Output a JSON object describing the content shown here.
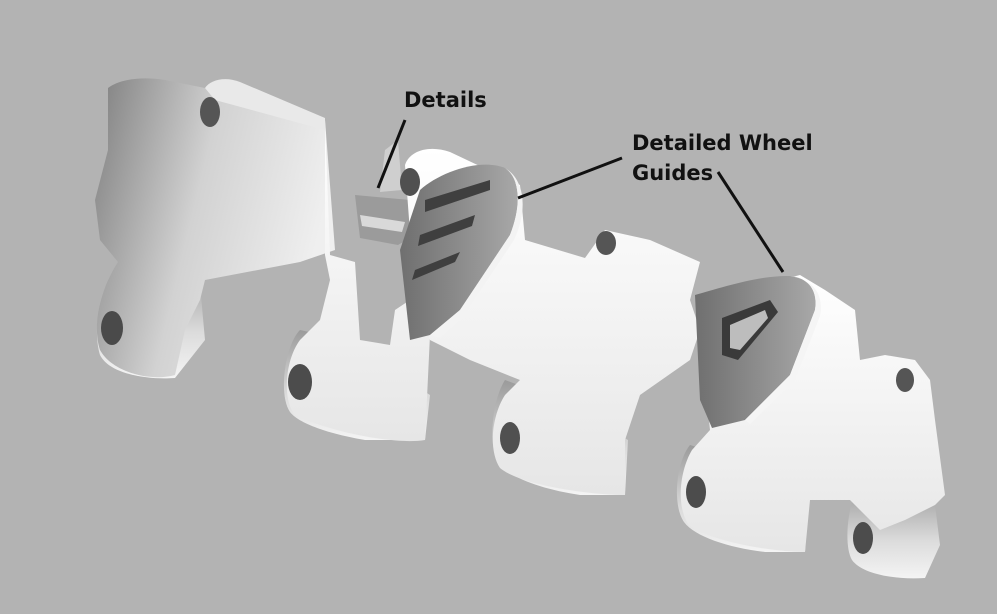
{
  "callouts": {
    "details": "Details",
    "wheel_guides_line1": "Detailed Wheel",
    "wheel_guides_line2": "Guides"
  },
  "colors": {
    "background": "#b3b3b3",
    "leader_line": "#111111",
    "part_light": "#f4f4f4",
    "part_shadow": "#8a8a8a"
  }
}
